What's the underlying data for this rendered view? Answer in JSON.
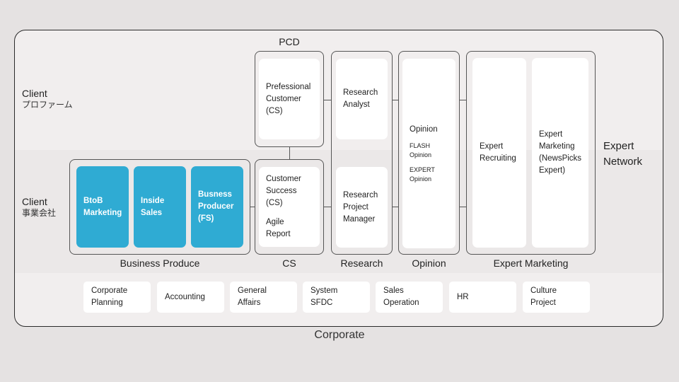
{
  "rows": {
    "pro_firm": {
      "title": "Client",
      "subtitle": "プロファーム"
    },
    "business_company": {
      "title": "Client",
      "subtitle": "事業会社"
    },
    "expert_network": {
      "line1": "Expert",
      "line2": "Network"
    }
  },
  "top_label": "PCD",
  "business_produce": {
    "label": "Business Produce",
    "cards": [
      {
        "lines": [
          "BtoB",
          "Marketing"
        ]
      },
      {
        "lines": [
          "Inside",
          "Sales"
        ]
      },
      {
        "lines": [
          "Busness",
          "Producer",
          "(FS)"
        ]
      }
    ]
  },
  "cs": {
    "label": "CS",
    "pcd_card": {
      "lines": [
        "Prefessional",
        "Customer",
        "(CS)"
      ]
    },
    "cs_card": {
      "lines": [
        "Customer",
        "Success",
        "(CS)"
      ],
      "lines2": [
        "Agile",
        "Report"
      ]
    }
  },
  "research": {
    "label": "Research",
    "cards": [
      {
        "lines": [
          "Research",
          "Analyst"
        ]
      },
      {
        "lines": [
          "Research",
          "Project",
          "Manager"
        ]
      }
    ]
  },
  "opinion": {
    "label": "Opinion",
    "card": {
      "title": "Opinion",
      "items": [
        [
          "FLASH",
          "Opinion"
        ],
        [
          "EXPERT",
          "Opinion"
        ]
      ]
    }
  },
  "expert_marketing": {
    "label": "Expert Marketing",
    "cards": [
      {
        "lines": [
          "Expert",
          "Recruiting"
        ]
      },
      {
        "lines": [
          "Expert",
          "Marketing",
          "(NewsPicks",
          "Expert)"
        ]
      }
    ]
  },
  "corporate": {
    "label": "Corporate",
    "items": [
      {
        "lines": [
          "Corporate",
          "Planning"
        ]
      },
      {
        "lines": [
          "Accounting"
        ]
      },
      {
        "lines": [
          "General",
          "Affairs"
        ]
      },
      {
        "lines": [
          "System",
          "SFDC"
        ]
      },
      {
        "lines": [
          "Sales",
          "Operation"
        ]
      },
      {
        "lines": [
          "HR"
        ]
      },
      {
        "lines": [
          "Culture",
          "Project"
        ]
      }
    ]
  },
  "colors": {
    "accent_blue": "#2fabd3",
    "card": "#ffffff",
    "frame_border": "#2a2a2a"
  }
}
